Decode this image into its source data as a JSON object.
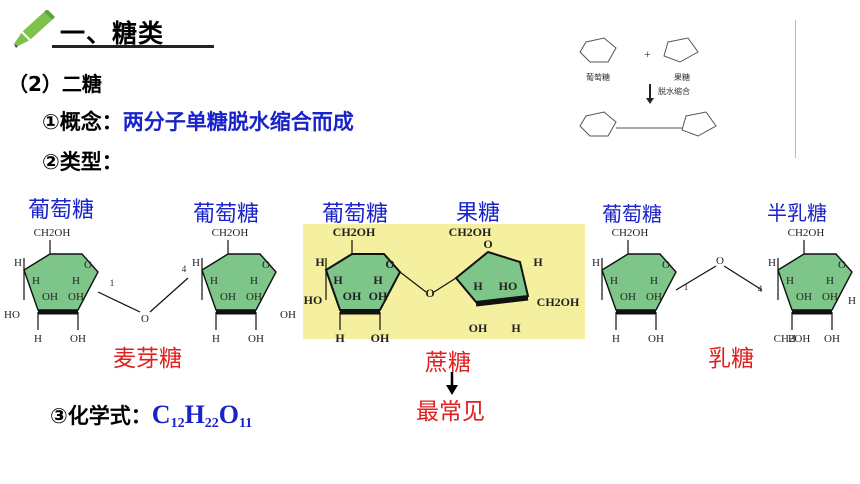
{
  "header": {
    "title": "一、糖类"
  },
  "section": {
    "label": "（2）二糖"
  },
  "concept": {
    "label": "①概念：",
    "value": "两分子单糖脱水缩合而成"
  },
  "types": {
    "label": "②类型："
  },
  "formula": {
    "label": "③化学式：",
    "C": "C",
    "C_n": "12",
    "H": "H",
    "H_n": "22",
    "O": "O",
    "O_n": "11"
  },
  "maltose": {
    "mono1": "葡萄糖",
    "mono2": "葡萄糖",
    "name": "麦芽糖"
  },
  "sucrose": {
    "mono1": "葡萄糖",
    "mono2": "果糖",
    "name": "蔗糖",
    "note": "最常见"
  },
  "lactose": {
    "mono1": "葡萄糖",
    "mono2": "半乳糖",
    "name": "乳糖"
  },
  "structure_labels": {
    "ch2oh": "CH2OH",
    "oh": "OH",
    "h": "H",
    "ho": "HO",
    "o": "O",
    "c1": "1",
    "c4": "4"
  },
  "inset": {
    "glucose": "葡萄糖",
    "fructose": "果糖",
    "reaction": "脱水缩合",
    "plus": "+"
  },
  "colors": {
    "ring_fill": "#7ec58a",
    "highlight": "#f5f0a0",
    "blue_text": "#1a23c8",
    "red_text": "#e02020"
  }
}
